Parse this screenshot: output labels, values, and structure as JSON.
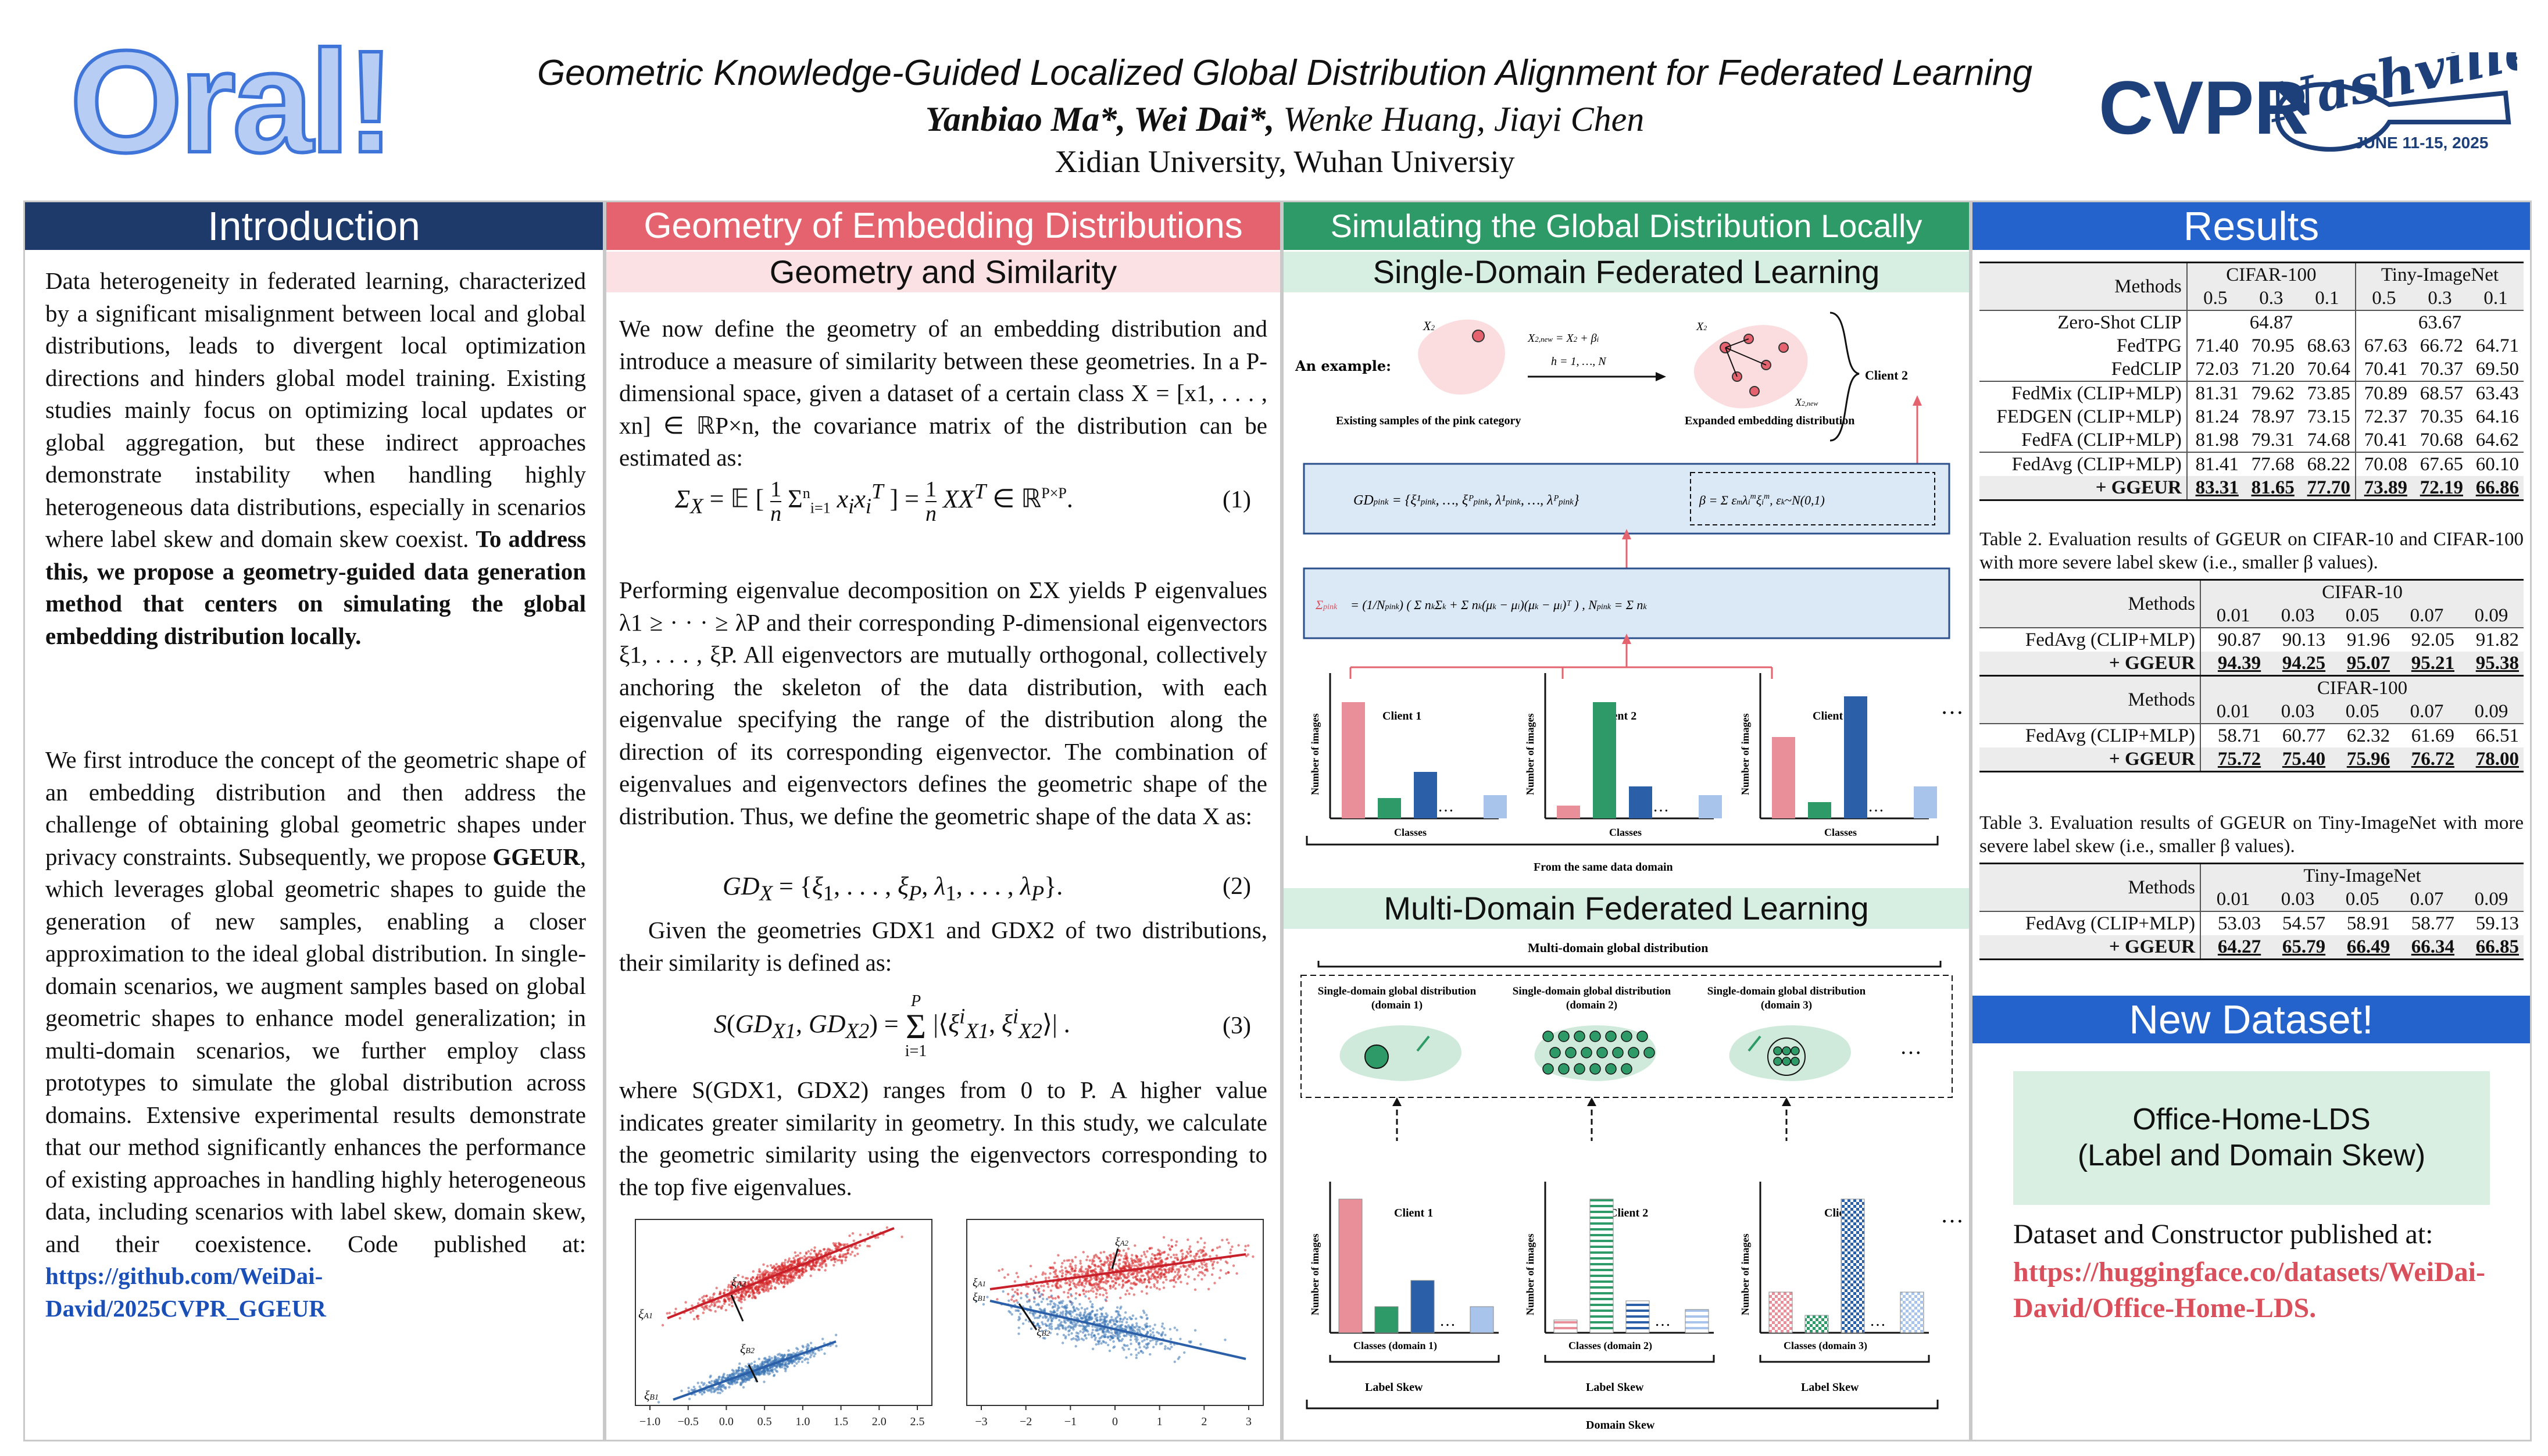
{
  "header": {
    "badge": "Oral!",
    "title": "Geometric Knowledge-Guided Localized Global Distribution Alignment for Federated Learning",
    "authors_bold": "Yanbiao Ma*, Wei Dai*,",
    "authors_rest": " Wenke Huang, Jiayi Chen",
    "affiliation": "Xidian University, Wuhan Universiy",
    "logo_main": "CVPR",
    "logo_city": "Nashville",
    "logo_dates": "JUNE 11-15, 2025"
  },
  "colors": {
    "intro": "#1e3a6b",
    "geometry": "#e5636f",
    "simulating": "#2e9a67",
    "results": "#2563cc",
    "sim_sub": "#d7efe2",
    "geo_sub": "#fbe1e3",
    "dataset_box": "#d8efe2",
    "red_link": "#d94f5c"
  },
  "intro": {
    "heading": "Introduction",
    "p1": "Data heterogeneity in federated learning, characterized by a significant misalignment between local and global distributions, leads to divergent local optimization directions and hinders global model training. Existing studies mainly focus on optimizing local updates or global aggregation, but these indirect approaches demonstrate instability when handling highly heterogeneous data distributions, especially in scenarios where label skew and domain skew coexist.",
    "p1_bold": "To address this, we propose a geometry-guided data generation method that centers on simulating the global embedding distribution locally.",
    "p2_a": "We first introduce the concept of the geometric shape of an embedding distribution and then address the challenge of obtaining global geometric shapes under privacy constraints. Subsequently, we propose ",
    "p2_bold": "GGEUR",
    "p2_b": ", which leverages global geometric shapes to guide the generation of new samples, enabling a closer approximation to the ideal global distribution. In single-domain scenarios, we augment samples based on global geometric shapes to enhance model generalization; in multi-domain scenarios, we further employ class prototypes to simulate the global distribution across domains. Extensive experimental results demonstrate that our method significantly enhances the performance of existing approaches in handling highly heterogeneous data, including scenarios with label skew, domain skew, and their coexistence. Code published at: ",
    "code_link": "https://github.com/WeiDai-David/2025CVPR_GGEUR"
  },
  "geometry": {
    "heading": "Geometry of Embedding Distributions",
    "sub": "Geometry and Similarity",
    "p1": "We now define the geometry of an embedding distribution and introduce a measure of similarity between these geometries. In a P-dimensional space, given a dataset of a certain class X = [x1, . . . , xn] ∈ ℝP×n, the covariance matrix of the distribution can be estimated as:",
    "eq1_num": "(1)",
    "p2": "Performing eigenvalue decomposition on ΣX yields P eigenvalues λ1 ≥ · · · ≥ λP and their corresponding P-dimensional eigenvectors ξ1, . . . , ξP. All eigenvectors are mutually orthogonal, collectively anchoring the skeleton of the data distribution, with each eigenvalue specifying the range of the distribution along the direction of its corresponding eigenvector. The combination of eigenvalues and eigenvectors defines the geometric shape of the distribution. Thus, we define the geometric shape of the data X as:",
    "eq2_num": "(2)",
    "p3": "Given the geometries GDX1 and GDX2 of two distributions, their similarity is defined as:",
    "eq3_num": "(3)",
    "p4": "where S(GDX1, GDX2) ranges from 0 to P. A higher value indicates greater similarity in geometry. In this study, we calculate the geometric similarity using the eigenvectors corresponding to the top five eigenvalues.",
    "plot1_xticks": [
      "−1.0",
      "−0.5",
      "0.0",
      "0.5",
      "1.0",
      "1.5",
      "2.0",
      "2.5"
    ],
    "plot2_xticks": [
      "−3",
      "−2",
      "−1",
      "0",
      "1",
      "2",
      "3"
    ]
  },
  "simulating": {
    "heading": "Simulating the Global Distribution Locally",
    "sub1": "Single-Domain Federated Learning",
    "sub2": "Multi-Domain Federated Learning",
    "an_example": "An example:",
    "existing": "Existing samples of the pink category",
    "expanded": "Expanded embedding distribution",
    "h_range": "h = 1, …, N",
    "client2_top": "Client 2",
    "clients": [
      "Client 1",
      "Client 2",
      "Client 3"
    ],
    "classes": "Classes",
    "same_domain": "From the same data domain",
    "num_images": "Number of images",
    "ellipsis": "…",
    "mdg": "Multi-domain global distribution",
    "sdg": [
      "Single-domain global distribution (domain 1)",
      "Single-domain global distribution (domain 2)",
      "Single-domain global distribution (domain 3)"
    ],
    "classes_domain": [
      "Classes (domain 1)",
      "Classes (domain 2)",
      "Classes (domain 3)"
    ],
    "label_skew": "Label Skew",
    "domain_skew": "Domain Skew"
  },
  "results": {
    "heading": "Results",
    "t1": {
      "methods": "Methods",
      "ds1": "CIFAR-100",
      "ds2": "Tiny-ImageNet",
      "betas": [
        "0.5",
        "0.3",
        "0.1",
        "0.5",
        "0.3",
        "0.1"
      ],
      "zeroshot": {
        "name": "Zero-Shot CLIP",
        "v1": "64.87",
        "v2": "63.67"
      },
      "rows_a": [
        {
          "name": "FedTPG",
          "vals": [
            "71.40",
            "70.95",
            "68.63",
            "67.63",
            "66.72",
            "64.71"
          ]
        },
        {
          "name": "FedCLIP",
          "vals": [
            "72.03",
            "71.20",
            "70.64",
            "70.41",
            "70.37",
            "69.50"
          ]
        }
      ],
      "rows_b": [
        {
          "name": "FedMix (CLIP+MLP)",
          "vals": [
            "81.31",
            "79.62",
            "73.85",
            "70.89",
            "68.57",
            "63.43"
          ]
        },
        {
          "name": "FEDGEN (CLIP+MLP)",
          "vals": [
            "81.24",
            "78.97",
            "73.15",
            "72.37",
            "70.35",
            "64.16"
          ]
        },
        {
          "name": "FedFA (CLIP+MLP)",
          "vals": [
            "81.98",
            "79.31",
            "74.68",
            "70.41",
            "70.68",
            "64.62"
          ]
        }
      ],
      "fedavg": {
        "name": "FedAvg (CLIP+MLP)",
        "vals": [
          "81.41",
          "77.68",
          "68.22",
          "70.08",
          "67.65",
          "60.10"
        ]
      },
      "ggeur": {
        "name": "+ GGEUR",
        "vals": [
          "83.31",
          "81.65",
          "77.70",
          "73.89",
          "72.19",
          "66.86"
        ]
      }
    },
    "cap2": "Table 2. Evaluation results of GGEUR on CIFAR-10 and CIFAR-100 with more severe label skew (i.e., smaller β values).",
    "t2": {
      "methods": "Methods",
      "betas": [
        "0.01",
        "0.03",
        "0.05",
        "0.07",
        "0.09"
      ],
      "blocks": [
        {
          "ds": "CIFAR-10",
          "fedavg": [
            "90.87",
            "90.13",
            "91.96",
            "92.05",
            "91.82"
          ],
          "ggeur": [
            "94.39",
            "94.25",
            "95.07",
            "95.21",
            "95.38"
          ]
        },
        {
          "ds": "CIFAR-100",
          "fedavg": [
            "58.71",
            "60.77",
            "62.32",
            "61.69",
            "66.51"
          ],
          "ggeur": [
            "75.72",
            "75.40",
            "75.96",
            "76.72",
            "78.00"
          ]
        }
      ],
      "fedavg_name": "FedAvg (CLIP+MLP)",
      "ggeur_name": "+ GGEUR"
    },
    "cap3": "Table 3. Evaluation results of GGEUR on Tiny-ImageNet with more severe label skew (i.e., smaller β values).",
    "t3": {
      "methods": "Methods",
      "ds": "Tiny-ImageNet",
      "betas": [
        "0.01",
        "0.03",
        "0.05",
        "0.07",
        "0.09"
      ],
      "fedavg_name": "FedAvg (CLIP+MLP)",
      "fedavg": [
        "53.03",
        "54.57",
        "58.91",
        "58.77",
        "59.13"
      ],
      "ggeur_name": "+ GGEUR",
      "ggeur": [
        "64.27",
        "65.79",
        "66.49",
        "66.34",
        "66.85"
      ]
    }
  },
  "dataset": {
    "heading": "New Dataset!",
    "box_line1": "Office-Home-LDS",
    "box_line2": "(Label and Domain Skew)",
    "published": "Dataset and Constructor published at:",
    "link": "https://huggingface.co/datasets/WeiDai-David/Office-Home-LDS."
  }
}
